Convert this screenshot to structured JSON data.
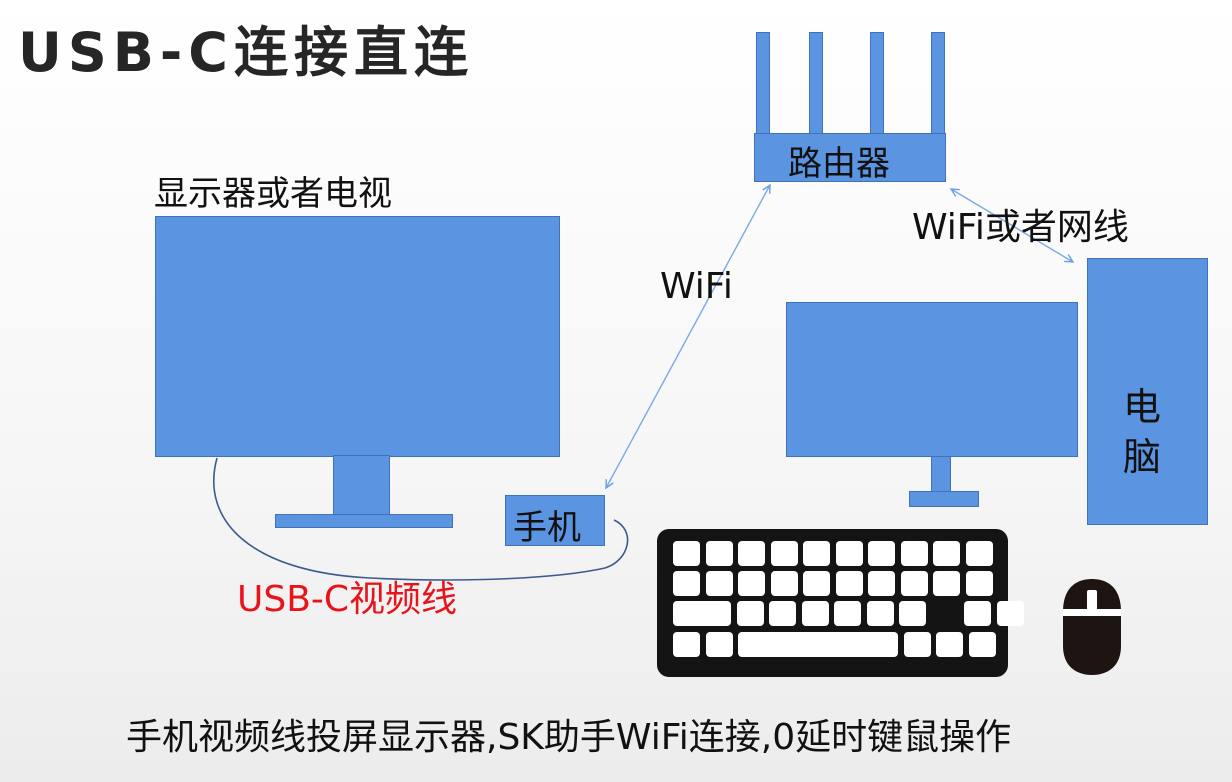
{
  "title": "USB-C连接直连",
  "labels": {
    "monitor": "显示器或者电视",
    "router": "路由器",
    "phone": "手机",
    "wifi": "WiFi",
    "wifi_or_cable": "WiFi或者网线",
    "usb_cable": "USB-C视频线",
    "computer_line1": "电",
    "computer_line2": "脑"
  },
  "caption": "手机视频线投屏显示器,SK助手WiFi连接,0延时键鼠操作",
  "colors": {
    "device_blue": "#5b94e0",
    "cable_red_text": "#e8141b",
    "keyboard": "#141414"
  }
}
